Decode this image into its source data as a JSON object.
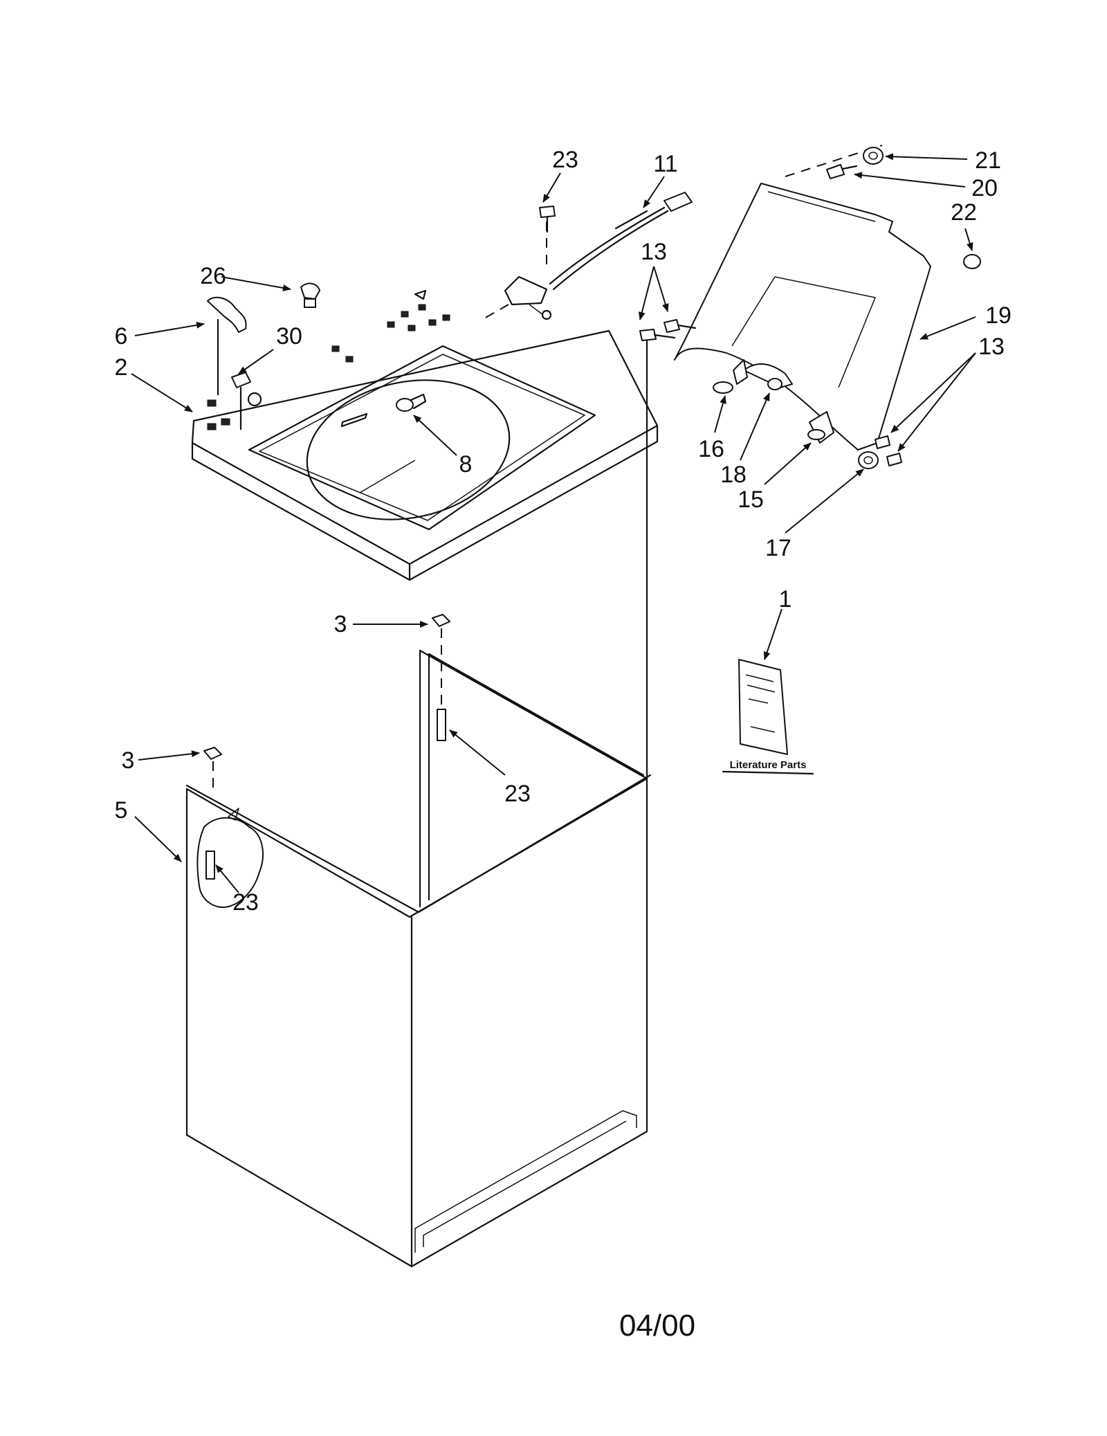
{
  "callouts": {
    "c1": "1",
    "c2": "2",
    "c3a": "3",
    "c3b": "3",
    "c5": "5",
    "c6": "6",
    "c8": "8",
    "c11": "11",
    "c13a": "13",
    "c13b": "13",
    "c15": "15",
    "c16": "16",
    "c17": "17",
    "c18": "18",
    "c19": "19",
    "c20": "20",
    "c21": "21",
    "c22": "22",
    "c23a": "23",
    "c23b": "23",
    "c23c": "23",
    "c26": "26",
    "c30": "30"
  },
  "literature_label": "Literature Parts",
  "footer_date": "04/00",
  "icons": [
    "washer-top-cover",
    "washer-cabinet",
    "washer-lid",
    "wire-harness",
    "screw",
    "clip",
    "hinge",
    "literature-booklet"
  ]
}
